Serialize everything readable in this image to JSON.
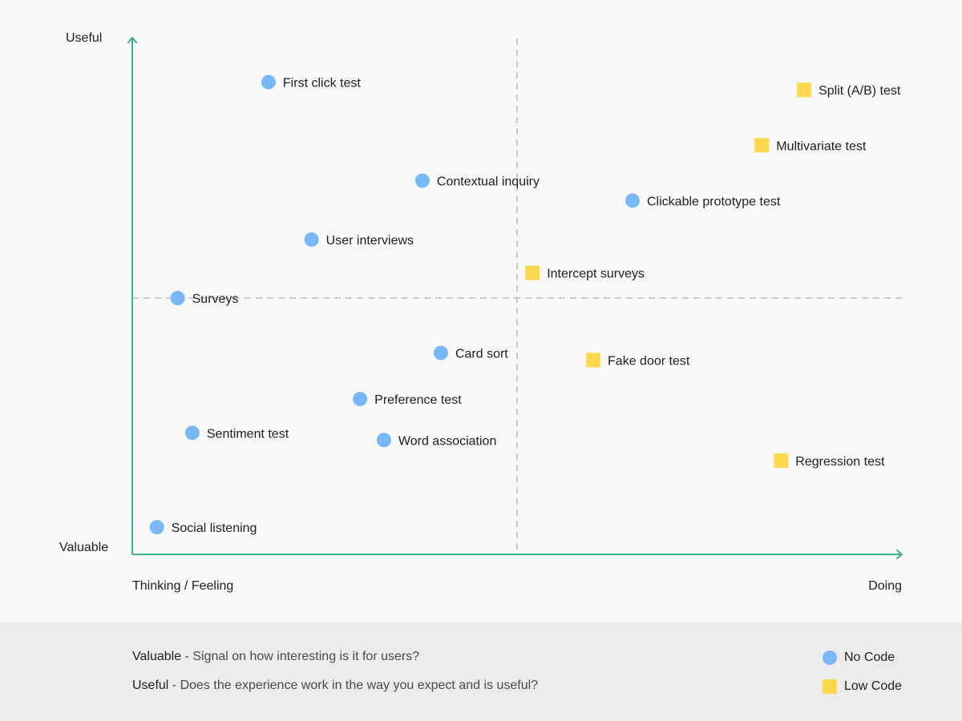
{
  "chart_data": {
    "type": "scatter",
    "x_label_left": "Thinking / Feeling",
    "x_label_right": "Doing",
    "y_label_top": "Useful",
    "y_label_bottom": "Valuable",
    "xlim": [
      0,
      100
    ],
    "ylim": [
      0,
      100
    ],
    "quadrant_divider": {
      "x": 50,
      "y": 50
    },
    "series": [
      {
        "name": "No Code",
        "marker": "circle",
        "color": "#79b8f7"
      },
      {
        "name": "Low Code",
        "marker": "square",
        "color": "#ffd84d"
      }
    ],
    "points": [
      {
        "label": "First click test",
        "series": "No Code",
        "x": 17.7,
        "y": 92.1
      },
      {
        "label": "Split (A/B) test",
        "series": "Low Code",
        "x": 87.3,
        "y": 90.6
      },
      {
        "label": "Multivariate test",
        "series": "Low Code",
        "x": 81.8,
        "y": 79.8
      },
      {
        "label": "Contextual inquiry",
        "series": "No Code",
        "x": 37.7,
        "y": 72.9
      },
      {
        "label": "Clickable prototype test",
        "series": "No Code",
        "x": 65.0,
        "y": 69.0
      },
      {
        "label": "User interviews",
        "series": "No Code",
        "x": 23.3,
        "y": 61.4
      },
      {
        "label": "Intercept surveys",
        "series": "Low Code",
        "x": 52.0,
        "y": 54.9
      },
      {
        "label": "Surveys",
        "series": "No Code",
        "x": 5.9,
        "y": 50.0
      },
      {
        "label": "Card sort",
        "series": "No Code",
        "x": 40.1,
        "y": 39.3
      },
      {
        "label": "Fake door test",
        "series": "Low Code",
        "x": 59.9,
        "y": 37.9
      },
      {
        "label": "Preference test",
        "series": "No Code",
        "x": 29.6,
        "y": 30.3
      },
      {
        "label": "Sentiment test",
        "series": "No Code",
        "x": 7.8,
        "y": 23.7
      },
      {
        "label": "Word association",
        "series": "No Code",
        "x": 32.7,
        "y": 22.3
      },
      {
        "label": "Regression test",
        "series": "Low Code",
        "x": 84.3,
        "y": 18.3
      },
      {
        "label": "Social listening",
        "series": "No Code",
        "x": 3.2,
        "y": 5.3
      }
    ]
  },
  "definitions": [
    {
      "term": "Valuable",
      "text": " - Signal on how interesting is it for users?"
    },
    {
      "term": "Useful",
      "text": " - Does the experience work in the way you expect and is useful?"
    }
  ],
  "legend": [
    {
      "label": "No Code",
      "marker": "circle",
      "color": "#79b8f7"
    },
    {
      "label": "Low Code",
      "marker": "square",
      "color": "#ffd84d"
    }
  ],
  "colors": {
    "axis": "#3bb28b",
    "divider": "#bdbdbd"
  }
}
